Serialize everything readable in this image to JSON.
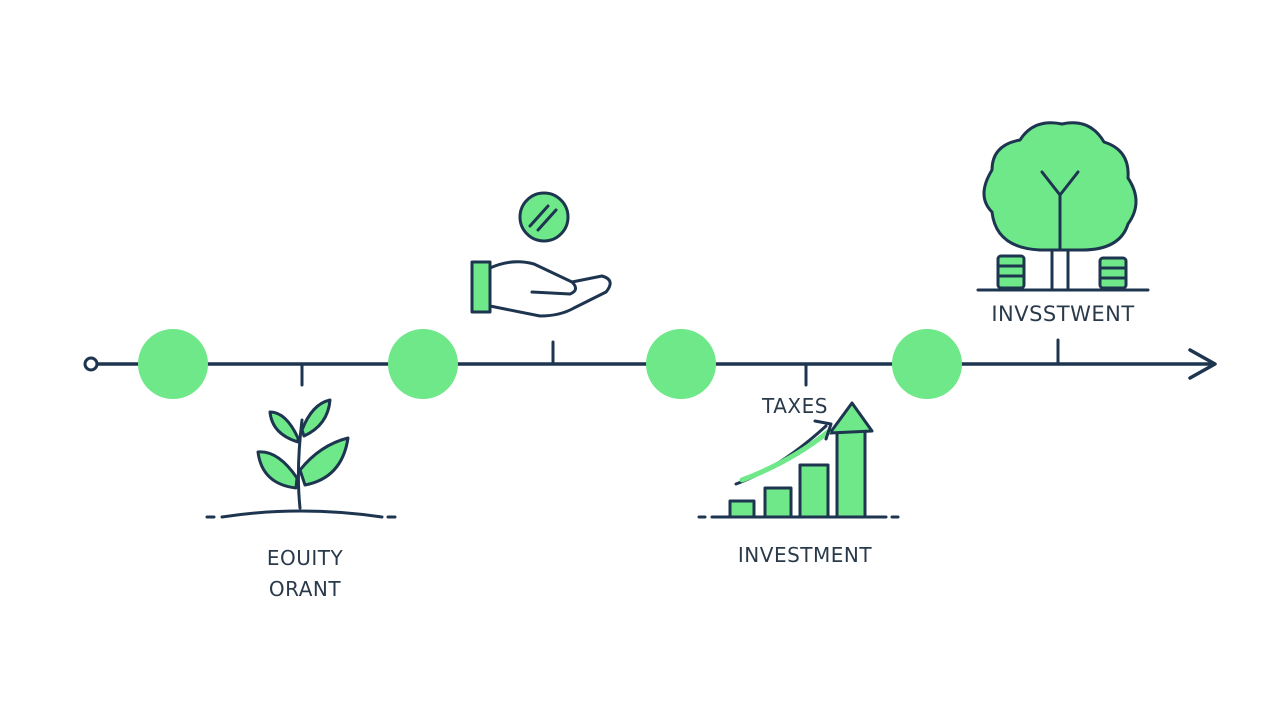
{
  "colors": {
    "line": "#1e3550",
    "node_fill": "#6ee889",
    "icon_fill": "#6ee889",
    "text": "#2a3a4a"
  },
  "icons": [
    "sprout-icon",
    "hand-coin-icon",
    "growth-chart-icon",
    "tree-coins-icon"
  ],
  "labels": {
    "equity_line1": "EOUITY",
    "equity_line2": "ORANT",
    "taxes": "TAXES",
    "investment_mid": "INVESTMENT",
    "investment_top": "INVSSTWENT"
  }
}
